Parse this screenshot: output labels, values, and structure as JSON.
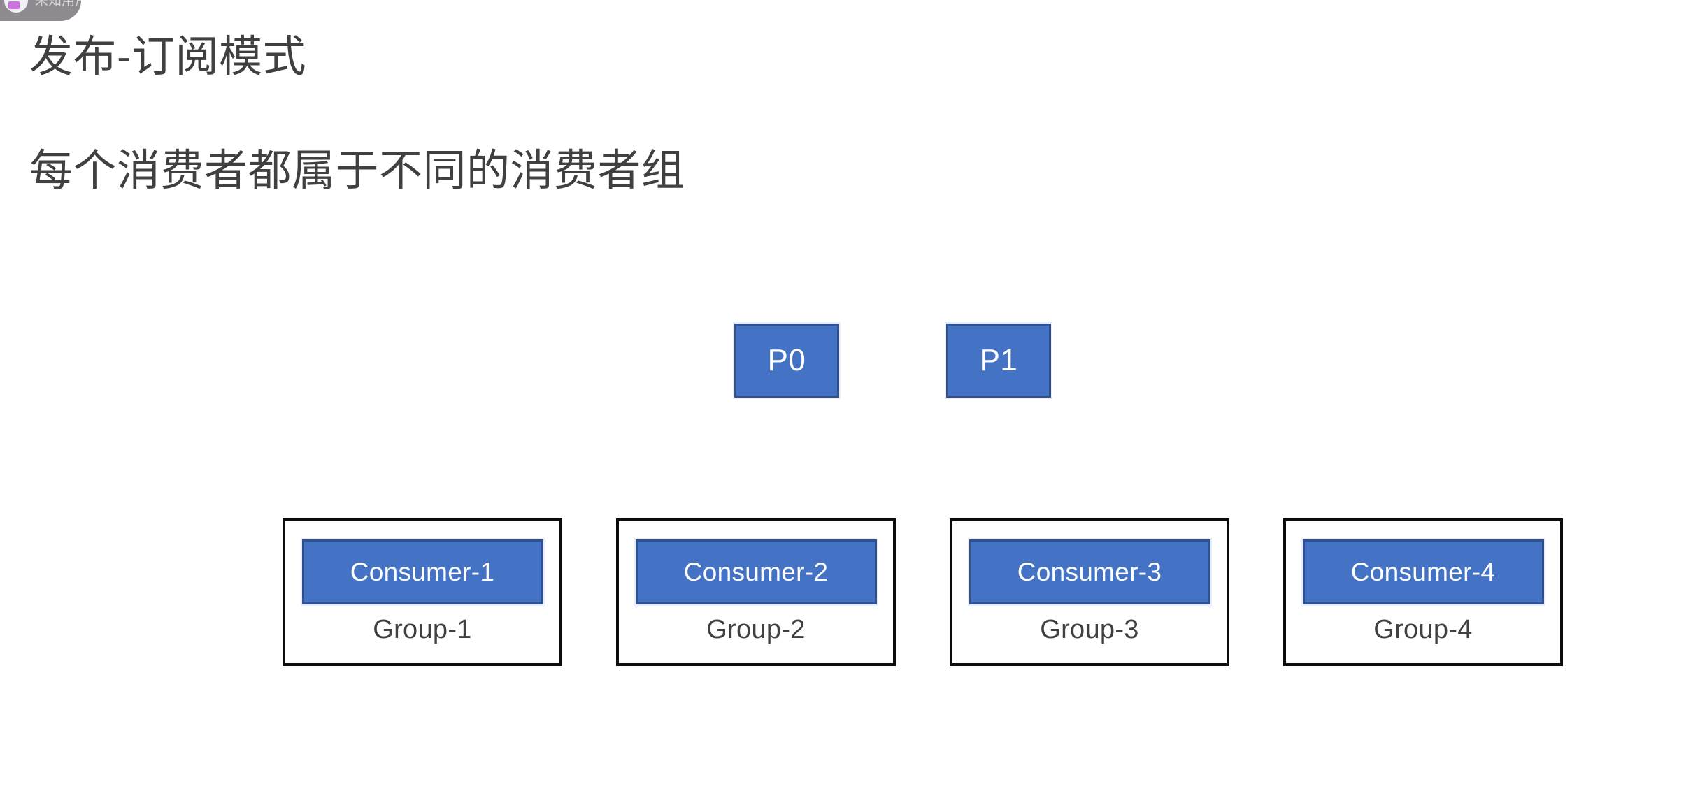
{
  "overlay": {
    "avatar_icon": "user-avatar-icon",
    "label": "未知用户"
  },
  "slide": {
    "title": "发布-订阅模式",
    "subtitle": "每个消费者都属于不同的消费者组"
  },
  "diagram": {
    "partitions": [
      {
        "label": "P0"
      },
      {
        "label": "P1"
      }
    ],
    "groups": [
      {
        "consumer": "Consumer-1",
        "group": "Group-1"
      },
      {
        "consumer": "Consumer-2",
        "group": "Group-2"
      },
      {
        "consumer": "Consumer-3",
        "group": "Group-3"
      },
      {
        "consumer": "Consumer-4",
        "group": "Group-4"
      }
    ]
  },
  "colors": {
    "background": "#ffffff",
    "box_fill": "#4472c4",
    "box_border": "#2f528f",
    "group_border": "#0d0d0d",
    "text_dark": "#404040",
    "text_on_fill": "#ffffff",
    "overlay_pill": "#8e8a90"
  }
}
